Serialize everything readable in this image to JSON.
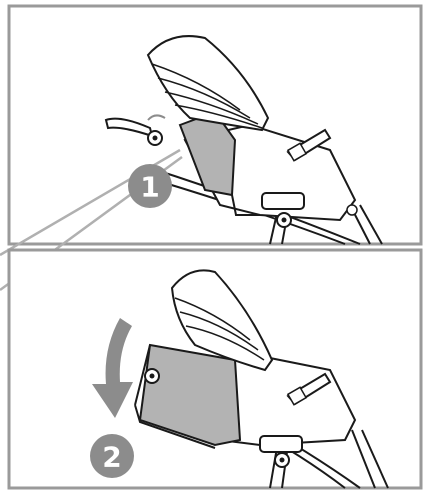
{
  "steps": [
    {
      "number": "1"
    },
    {
      "number": "2"
    }
  ],
  "colors": {
    "panel_border": "#9a9a9a",
    "step_badge": "#8c8c8c",
    "rotation_arrow": "#8c8c8c",
    "fabric_fill": "#b3b3b3",
    "outline": "#1a1a1a",
    "callout_line": "#b0b0b0"
  },
  "icons": [
    "step-1-badge",
    "step-2-badge",
    "rotate-down-arrow-icon",
    "pointer-callout"
  ]
}
